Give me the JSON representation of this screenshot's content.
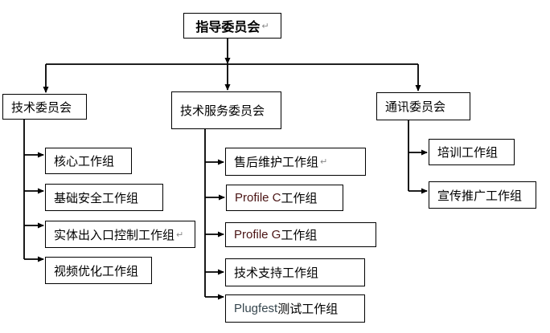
{
  "diagram": {
    "root": {
      "label": "指导委员会",
      "return_mark": "↵"
    },
    "committees": [
      {
        "label": "技术委员会"
      },
      {
        "label": "技术服务委员会"
      },
      {
        "label": "通讯委员会"
      }
    ],
    "tech_groups": [
      {
        "label": "核心工作组"
      },
      {
        "label": "基础安全工作组"
      },
      {
        "label": "实体出入口控制工作组",
        "return_mark": "↵"
      },
      {
        "label": "视频优化工作组"
      }
    ],
    "service_groups": [
      {
        "label": "售后维护工作组",
        "return_mark": "↵"
      },
      {
        "latin": "Profile C",
        "cjk": " 工作组"
      },
      {
        "latin": "Profile G",
        "cjk": " 工作组"
      },
      {
        "label": "技术支持工作组"
      },
      {
        "latin": "Plugfest",
        "cjk": " 测试工作组"
      }
    ],
    "comm_groups": [
      {
        "label": "培训工作组"
      },
      {
        "label": "宣传推广工作组"
      }
    ]
  },
  "colors": {
    "line": "#000000",
    "box_border": "#000000",
    "text": "#000000",
    "latin_profile": "#4a1414",
    "latin_plugfest": "#37474f",
    "return_mark": "#888888",
    "background": "#ffffff"
  }
}
